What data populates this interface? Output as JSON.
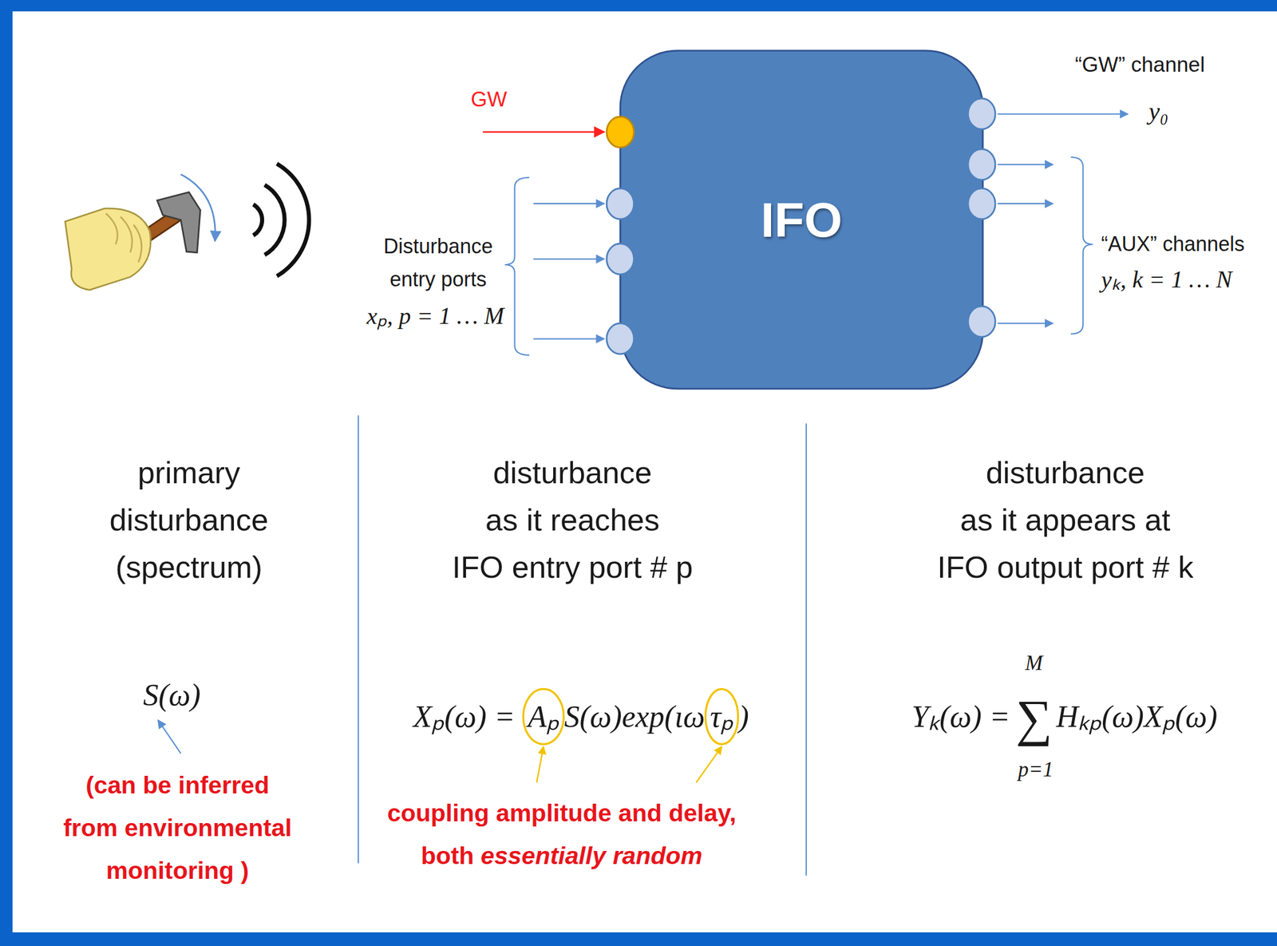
{
  "diagram": {
    "nodes": [
      {
        "text": [
          "IFO"
        ]
      }
    ],
    "labels": [
      "GW",
      "Disturbance entry ports",
      "xₚ, p = 1 … M",
      "“GW” channel",
      "y₀",
      "“AUX” channels",
      "yₖ, k = 1 … N",
      "primary disturbance (spectrum)",
      "disturbance as it reaches IFO entry port # p",
      "disturbance as it appears at IFO output port # k",
      "S(ω)",
      "(can be inferred from environmental monitoring )",
      "Xₚ(ω) = AₚS(ω)exp(ιωτₚ)",
      "coupling amplitude and delay, both essentially random",
      "Yₖ(ω) =",
      "M",
      "∑",
      "p=1",
      "Hₖₚ(ω)Xₚ(ω)"
    ]
  }
}
